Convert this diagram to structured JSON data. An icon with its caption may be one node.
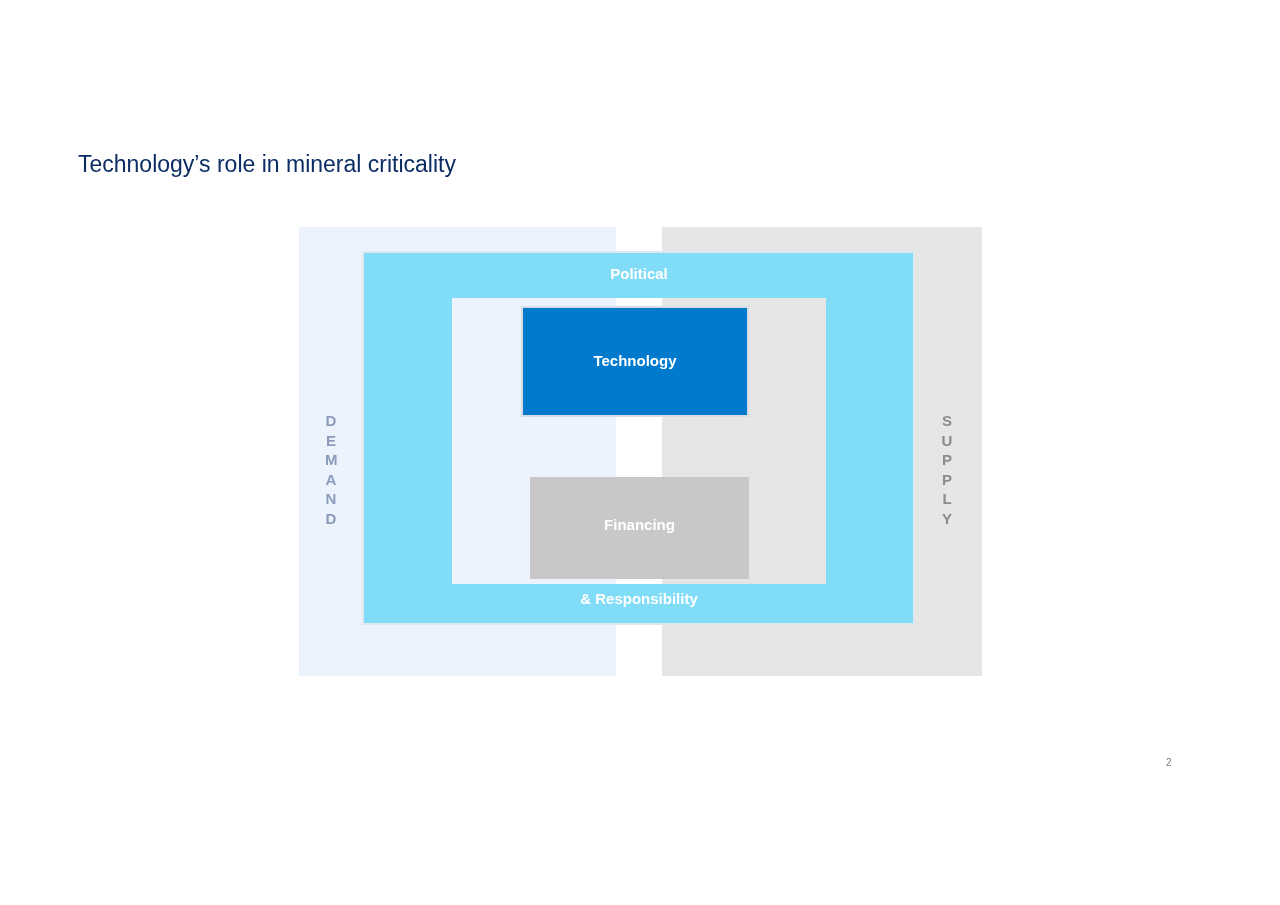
{
  "diagram": {
    "title": "Technology’s role in mineral criticality",
    "nodes": [
      {
        "text": [
          "DEMAND"
        ]
      },
      {
        "text": [
          "SUPPLY"
        ]
      },
      {
        "text": [
          "Political",
          "& Responsibility"
        ]
      },
      {
        "text": [
          "Technology"
        ],
        "in": 2
      },
      {
        "text": [
          "Financing"
        ],
        "in": 2
      }
    ],
    "edges": [],
    "labels": [
      "2"
    ]
  }
}
